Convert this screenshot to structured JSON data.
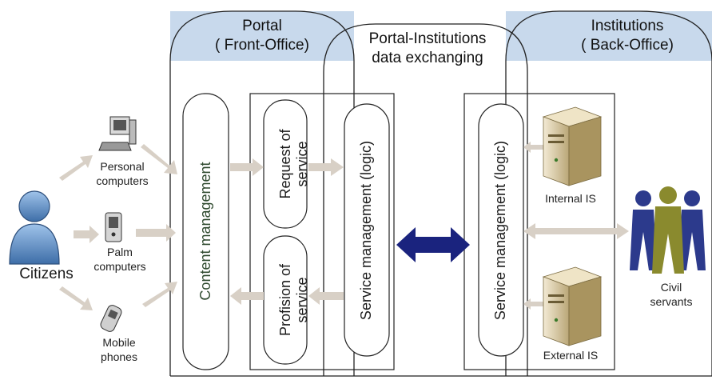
{
  "portal": {
    "title": "Portal",
    "subtitle": "( Front-Office)"
  },
  "exchange": {
    "line1": "Portal-Institutions",
    "line2": "data exchanging"
  },
  "institutions": {
    "title": "Institutions",
    "subtitle": "( Back-Office)"
  },
  "citizens": {
    "label": "Citizens"
  },
  "devices": {
    "personal": {
      "line1": "Personal",
      "line2": "computers"
    },
    "palm": {
      "line1": "Palm",
      "line2": "computers"
    },
    "mobile": {
      "line1": "Mobile",
      "line2": "phones"
    }
  },
  "content_management": "Content management",
  "request_of_service": {
    "line1": "Request of",
    "line2": "service"
  },
  "profision_of_service": {
    "line1": "Profision of",
    "line2": "service"
  },
  "service_management_portal": "Service management (logic)",
  "service_management_institutions": "Service management (logic)",
  "internal_is": "Internal IS",
  "external_is": "External IS",
  "civil_servants": {
    "line1": "Civil",
    "line2": "servants"
  },
  "colors": {
    "header_fill": "#c8d9ec",
    "citizen_blue": "#3e6ea8",
    "servant_blue": "#2c3a8c",
    "servant_olive": "#8a8a2e",
    "arrow_gray": "#d8d0c6",
    "exchange_arrow": "#1a237e"
  }
}
